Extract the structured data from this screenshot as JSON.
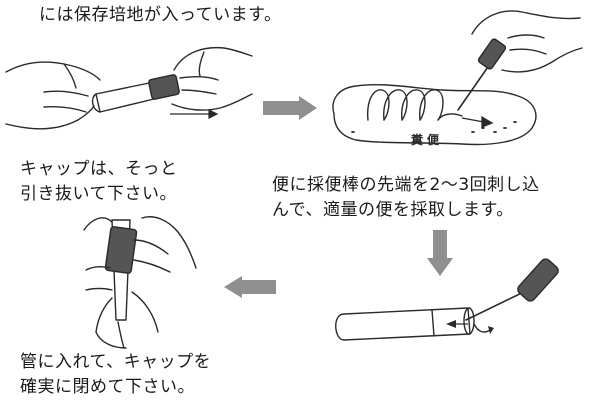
{
  "header": {
    "text": "には保存培地が入っています。"
  },
  "steps": [
    {
      "caption_lines": [
        "キャップは、そっと",
        "引き抜いて下さい。"
      ]
    },
    {
      "caption_lines": [
        "便に採便棒の先端を2～3回刺し込",
        "んで、適量の便を採取します。"
      ],
      "stool_label": "糞便"
    },
    {
      "caption_lines": [
        "管に入れて、キャップを",
        "確実に閉めて下さい。"
      ]
    }
  ],
  "icons": {
    "arrow_right": "arrow-right-icon",
    "arrow_down": "arrow-down-icon",
    "arrow_left": "arrow-left-icon"
  },
  "colors": {
    "line": "#2a2a2a",
    "arrow_gray": "#8f8f8f",
    "cap_gray": "#555555"
  }
}
